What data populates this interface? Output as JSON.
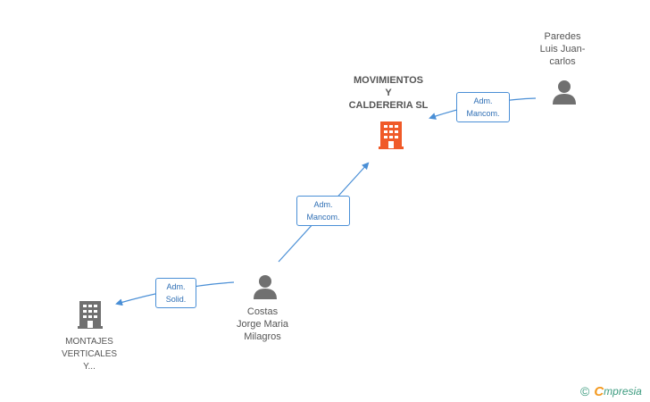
{
  "nodes": {
    "company_main": {
      "name_lines": [
        "MOVIMIENTOS",
        "Y",
        "CALDERERIA SL"
      ],
      "type": "company",
      "color": "#f05a28"
    },
    "company_other": {
      "name_lines": [
        "MONTAJES",
        "VERTICALES",
        "Y..."
      ],
      "type": "company",
      "color": "#707070"
    },
    "person_paredes": {
      "name_lines": [
        "Paredes",
        "Luis Juan-",
        "carlos"
      ],
      "type": "person",
      "color": "#707070"
    },
    "person_costas": {
      "name_lines": [
        "Costas",
        "Jorge Maria",
        "Milagros"
      ],
      "type": "person",
      "color": "#707070"
    }
  },
  "edges": {
    "paredes_to_main": {
      "lines": [
        "Adm.",
        "Mancom."
      ]
    },
    "costas_to_main": {
      "lines": [
        "Adm.",
        "Mancom."
      ]
    },
    "costas_to_other": {
      "lines": [
        "Adm.",
        "Solid."
      ]
    }
  },
  "colors": {
    "edge": "#4a8fd6",
    "edge_text": "#2f6fb5"
  },
  "watermark": {
    "copyright": "©",
    "brand_e": "C",
    "brand_rest": "mpresia"
  }
}
